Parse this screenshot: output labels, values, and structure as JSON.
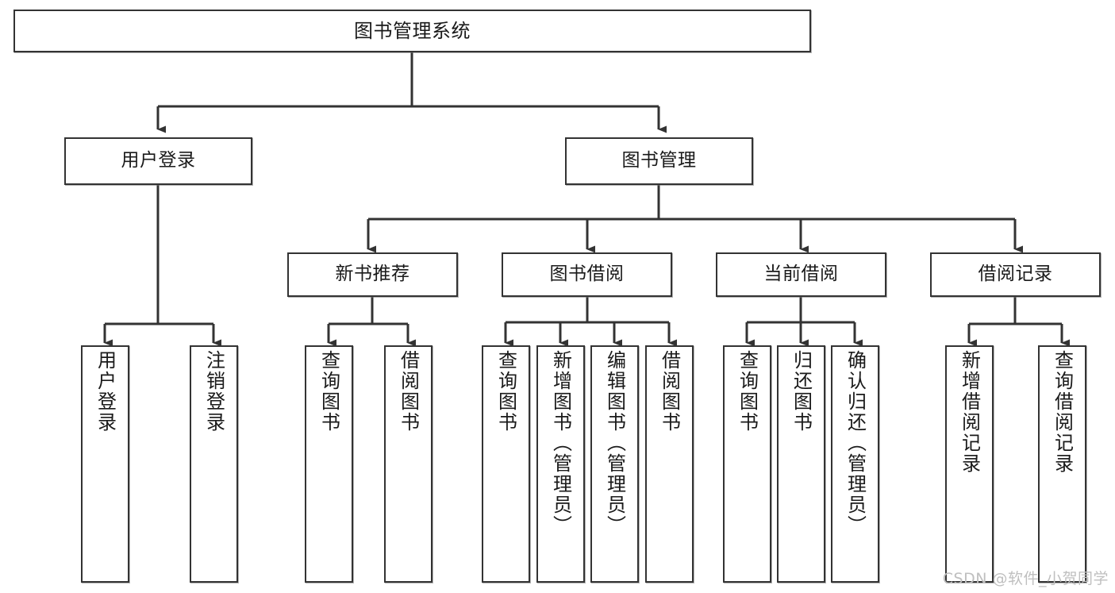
{
  "diagram": {
    "title": "图书管理系统",
    "type": "tree-hierarchy-diagram",
    "watermark": "CSDN @软件_小贺同学",
    "colors": {
      "node_border": "#333333",
      "node_fill": "#ffffff",
      "edge": "#333333",
      "text": "#1a1a1a",
      "watermark": "#bfbfbf",
      "background": "#ffffff"
    },
    "levels": {
      "root": "图书管理系统",
      "level2": [
        "用户登录",
        "图书管理"
      ],
      "level3": [
        "新书推荐",
        "图书借阅",
        "当前借阅",
        "借阅记录"
      ]
    },
    "nodes": {
      "root": {
        "label": "图书管理系统",
        "orientation": "horizontal"
      },
      "user_login": {
        "label": "用户登录",
        "orientation": "horizontal"
      },
      "book_manage": {
        "label": "图书管理",
        "orientation": "horizontal"
      },
      "new_book_rec": {
        "label": "新书推荐",
        "orientation": "horizontal"
      },
      "book_borrow": {
        "label": "图书借阅",
        "orientation": "horizontal"
      },
      "current_borrow": {
        "label": "当前借阅",
        "orientation": "horizontal"
      },
      "borrow_record": {
        "label": "借阅记录",
        "orientation": "horizontal"
      },
      "leaf_user_login": {
        "label": "用户登录",
        "orientation": "vertical"
      },
      "leaf_logout": {
        "label": "注销登录",
        "orientation": "vertical"
      },
      "leaf_query_book_1": {
        "label": "查询图书",
        "orientation": "vertical"
      },
      "leaf_borrow_book_1": {
        "label": "借阅图书",
        "orientation": "vertical"
      },
      "leaf_query_book_2": {
        "label": "查询图书",
        "orientation": "vertical"
      },
      "leaf_add_book": {
        "label": "新增图书（管理员）",
        "orientation": "vertical"
      },
      "leaf_edit_book": {
        "label": "编辑图书（管理员）",
        "orientation": "vertical"
      },
      "leaf_borrow_book_2": {
        "label": "借阅图书",
        "orientation": "vertical"
      },
      "leaf_query_book_3": {
        "label": "查询图书",
        "orientation": "vertical"
      },
      "leaf_return_book": {
        "label": "归还图书",
        "orientation": "vertical"
      },
      "leaf_confirm_return": {
        "label": "确认归还（管理员）",
        "orientation": "vertical"
      },
      "leaf_add_record": {
        "label": "新增借阅记录",
        "orientation": "vertical"
      },
      "leaf_query_record": {
        "label": "查询借阅记录",
        "orientation": "vertical"
      }
    },
    "edges": [
      {
        "from": "图书管理系统",
        "to": "用户登录"
      },
      {
        "from": "图书管理系统",
        "to": "图书管理"
      },
      {
        "from": "用户登录",
        "to": "用户登录"
      },
      {
        "from": "用户登录",
        "to": "注销登录"
      },
      {
        "from": "图书管理",
        "to": "新书推荐"
      },
      {
        "from": "图书管理",
        "to": "图书借阅"
      },
      {
        "from": "图书管理",
        "to": "当前借阅"
      },
      {
        "from": "图书管理",
        "to": "借阅记录"
      },
      {
        "from": "新书推荐",
        "to": "查询图书"
      },
      {
        "from": "新书推荐",
        "to": "借阅图书"
      },
      {
        "from": "图书借阅",
        "to": "查询图书"
      },
      {
        "from": "图书借阅",
        "to": "新增图书（管理员）"
      },
      {
        "from": "图书借阅",
        "to": "编辑图书（管理员）"
      },
      {
        "from": "图书借阅",
        "to": "借阅图书"
      },
      {
        "from": "当前借阅",
        "to": "查询图书"
      },
      {
        "from": "当前借阅",
        "to": "归还图书"
      },
      {
        "from": "当前借阅",
        "to": "确认归还（管理员）"
      },
      {
        "from": "借阅记录",
        "to": "新增借阅记录"
      },
      {
        "from": "借阅记录",
        "to": "查询借阅记录"
      }
    ]
  }
}
